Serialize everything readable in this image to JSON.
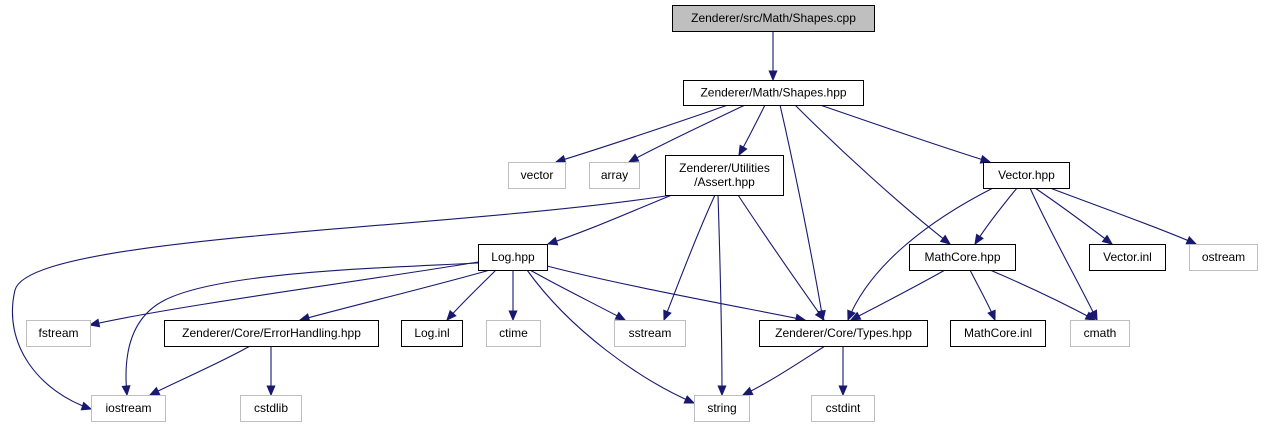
{
  "diagram": {
    "type": "include-dependency-graph",
    "colors": {
      "edge": "#191970",
      "root_fill": "#bfbfbf",
      "local_border": "#000000",
      "system_border": "#bfbfbf"
    },
    "nodes": [
      {
        "id": "shapes_cpp",
        "kind": "root",
        "lines": [
          "Zenderer/src/Math/Shapes.cpp"
        ]
      },
      {
        "id": "shapes_hpp",
        "kind": "local",
        "lines": [
          "Zenderer/Math/Shapes.hpp"
        ]
      },
      {
        "id": "vector",
        "kind": "system",
        "lines": [
          "vector"
        ]
      },
      {
        "id": "array",
        "kind": "system",
        "lines": [
          "array"
        ]
      },
      {
        "id": "assert_hpp",
        "kind": "local",
        "lines": [
          "Zenderer/Utilities",
          "/Assert.hpp"
        ]
      },
      {
        "id": "vector_hpp",
        "kind": "local",
        "lines": [
          "Vector.hpp"
        ]
      },
      {
        "id": "log_hpp",
        "kind": "local",
        "lines": [
          "Log.hpp"
        ]
      },
      {
        "id": "mathcore_hpp",
        "kind": "local",
        "lines": [
          "MathCore.hpp"
        ]
      },
      {
        "id": "vector_inl",
        "kind": "local",
        "lines": [
          "Vector.inl"
        ]
      },
      {
        "id": "ostream",
        "kind": "system",
        "lines": [
          "ostream"
        ]
      },
      {
        "id": "fstream",
        "kind": "system",
        "lines": [
          "fstream"
        ]
      },
      {
        "id": "errorhandling_hpp",
        "kind": "local",
        "lines": [
          "Zenderer/Core/ErrorHandling.hpp"
        ]
      },
      {
        "id": "log_inl",
        "kind": "local",
        "lines": [
          "Log.inl"
        ]
      },
      {
        "id": "ctime",
        "kind": "system",
        "lines": [
          "ctime"
        ]
      },
      {
        "id": "sstream",
        "kind": "system",
        "lines": [
          "sstream"
        ]
      },
      {
        "id": "types_hpp",
        "kind": "local",
        "lines": [
          "Zenderer/Core/Types.hpp"
        ]
      },
      {
        "id": "mathcore_inl",
        "kind": "local",
        "lines": [
          "MathCore.inl"
        ]
      },
      {
        "id": "cmath",
        "kind": "system",
        "lines": [
          "cmath"
        ]
      },
      {
        "id": "iostream",
        "kind": "system",
        "lines": [
          "iostream"
        ]
      },
      {
        "id": "cstdlib",
        "kind": "system",
        "lines": [
          "cstdlib"
        ]
      },
      {
        "id": "string",
        "kind": "system",
        "lines": [
          "string"
        ]
      },
      {
        "id": "cstdint",
        "kind": "system",
        "lines": [
          "cstdint"
        ]
      }
    ],
    "edges": [
      {
        "from": "shapes_cpp",
        "to": "shapes_hpp"
      },
      {
        "from": "shapes_hpp",
        "to": "vector"
      },
      {
        "from": "shapes_hpp",
        "to": "array"
      },
      {
        "from": "shapes_hpp",
        "to": "assert_hpp"
      },
      {
        "from": "shapes_hpp",
        "to": "types_hpp"
      },
      {
        "from": "shapes_hpp",
        "to": "mathcore_hpp"
      },
      {
        "from": "shapes_hpp",
        "to": "vector_hpp"
      },
      {
        "from": "assert_hpp",
        "to": "iostream"
      },
      {
        "from": "assert_hpp",
        "to": "log_hpp"
      },
      {
        "from": "assert_hpp",
        "to": "sstream"
      },
      {
        "from": "assert_hpp",
        "to": "string"
      },
      {
        "from": "assert_hpp",
        "to": "types_hpp"
      },
      {
        "from": "log_hpp",
        "to": "fstream"
      },
      {
        "from": "log_hpp",
        "to": "iostream"
      },
      {
        "from": "log_hpp",
        "to": "errorhandling_hpp"
      },
      {
        "from": "log_hpp",
        "to": "log_inl"
      },
      {
        "from": "log_hpp",
        "to": "ctime"
      },
      {
        "from": "log_hpp",
        "to": "sstream"
      },
      {
        "from": "log_hpp",
        "to": "string"
      },
      {
        "from": "log_hpp",
        "to": "types_hpp"
      },
      {
        "from": "errorhandling_hpp",
        "to": "iostream"
      },
      {
        "from": "errorhandling_hpp",
        "to": "cstdlib"
      },
      {
        "from": "vector_hpp",
        "to": "types_hpp"
      },
      {
        "from": "vector_hpp",
        "to": "mathcore_hpp"
      },
      {
        "from": "vector_hpp",
        "to": "vector_inl"
      },
      {
        "from": "vector_hpp",
        "to": "ostream"
      },
      {
        "from": "vector_hpp",
        "to": "cmath"
      },
      {
        "from": "mathcore_hpp",
        "to": "types_hpp"
      },
      {
        "from": "mathcore_hpp",
        "to": "mathcore_inl"
      },
      {
        "from": "mathcore_hpp",
        "to": "cmath"
      },
      {
        "from": "types_hpp",
        "to": "string"
      },
      {
        "from": "types_hpp",
        "to": "cstdint"
      }
    ]
  }
}
